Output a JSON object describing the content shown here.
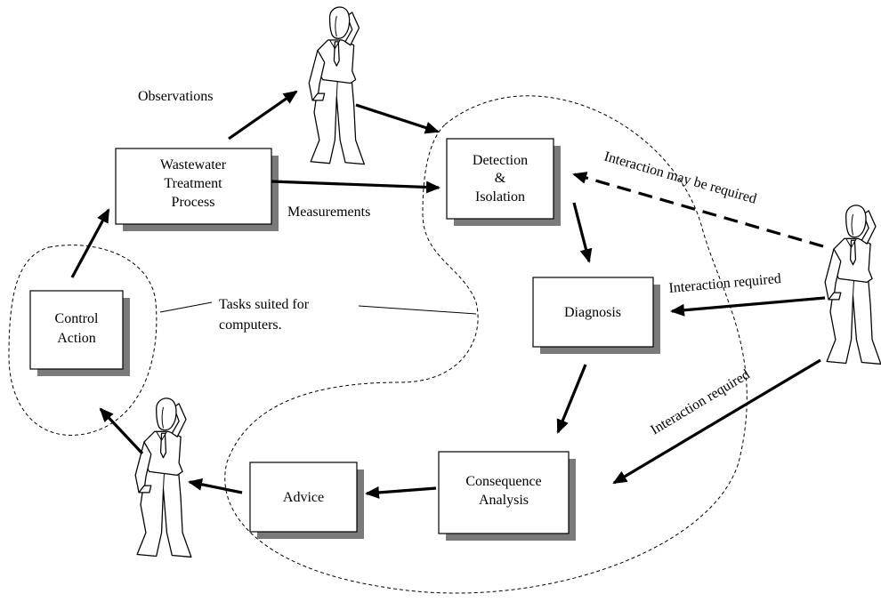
{
  "boxes": {
    "wastewater": [
      "Wastewater",
      "Treatment",
      "Process"
    ],
    "detection": [
      "Detection",
      "&",
      "Isolation"
    ],
    "diagnosis": [
      "Diagnosis"
    ],
    "consequence": [
      "Consequence",
      "Analysis"
    ],
    "advice": [
      "Advice"
    ],
    "control": [
      "Control",
      "Action"
    ]
  },
  "labels": {
    "observations": "Observations",
    "measurements": "Measurements",
    "tasks": [
      "Tasks suited for",
      "computers."
    ],
    "interaction_may": "Interaction may be required",
    "interaction_required_1": "Interaction required",
    "interaction_required_2": "Interaction required"
  },
  "icons": [
    "human-operator-figure"
  ]
}
